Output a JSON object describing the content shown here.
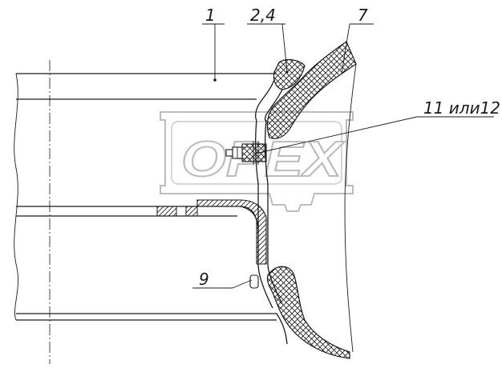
{
  "callouts": {
    "part_1": "1",
    "part_2_4": "2,4",
    "part_7": "7",
    "part_11_12": "11 или12",
    "part_9": "9"
  },
  "watermark": {
    "text": "ОРЕХ"
  },
  "colors": {
    "line": "#1a1a1a",
    "watermark_outline": "#b5b5b5",
    "background": "#ffffff"
  }
}
